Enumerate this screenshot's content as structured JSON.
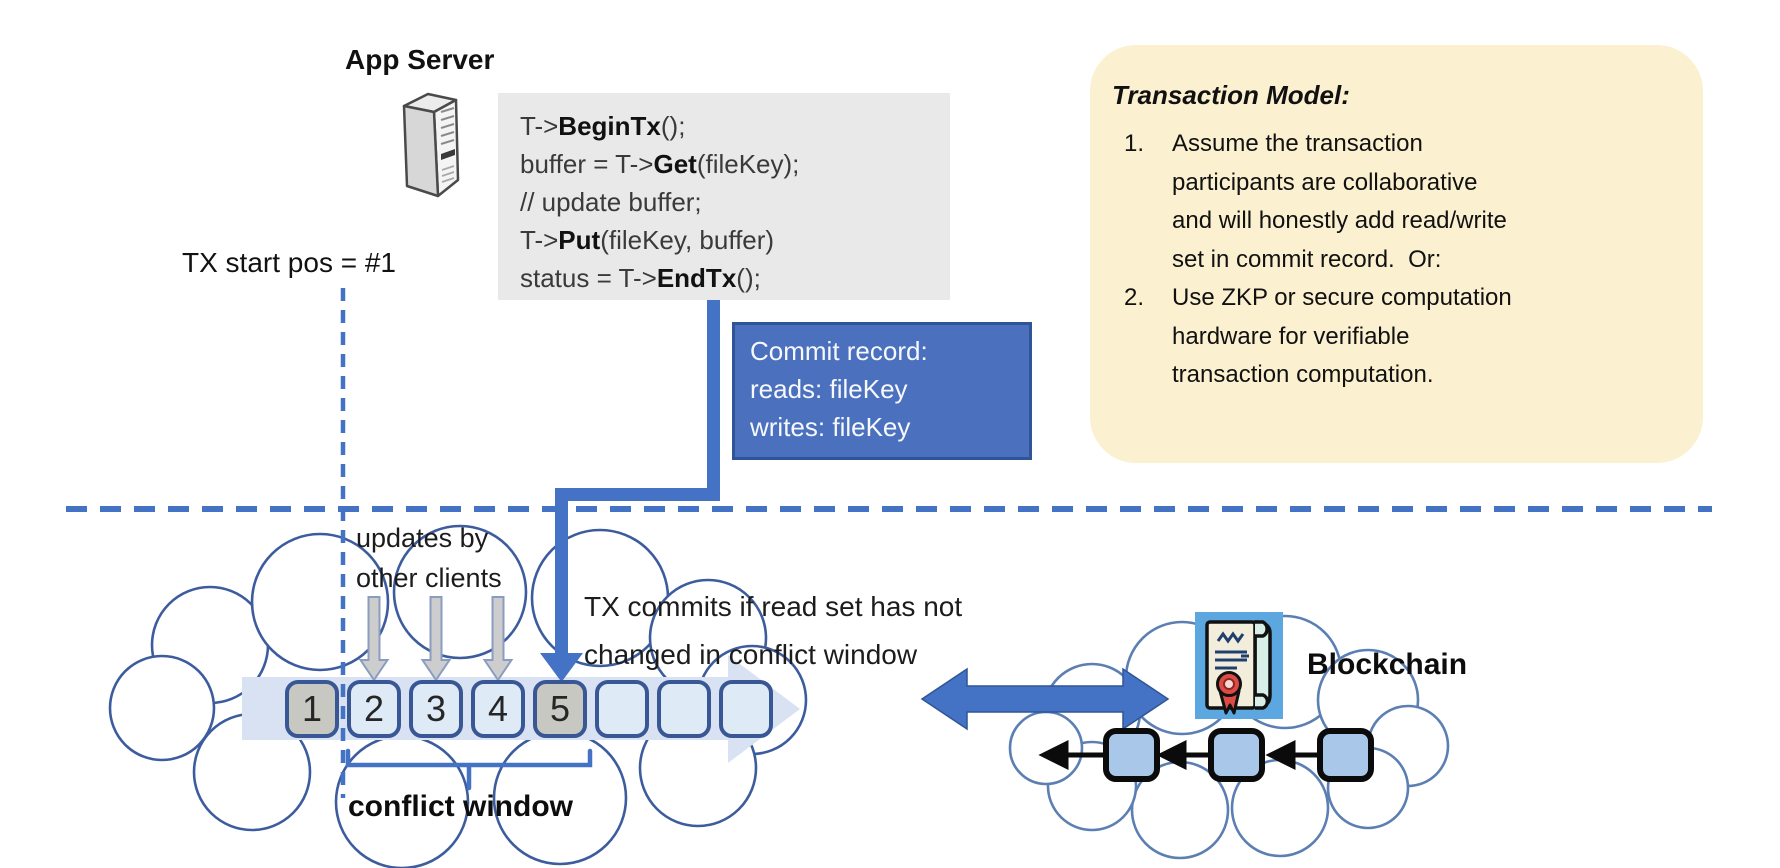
{
  "colors": {
    "accent_blue": "#4472C4",
    "dark_blue_border": "#2F5597",
    "commit_box_fill": "#4A70BE",
    "note_box_fill": "#FBF0D0",
    "code_box_fill": "#E9E9E9",
    "band_fill": "#D9E2F3",
    "block_light_fill": "#DEEAF6",
    "block_gray_fill": "#C8C8C3",
    "block_border": "#3A5795",
    "chain_block_fill": "#A9C7E9",
    "cloud_stroke_left": "#3D5C9E",
    "cloud_stroke_right": "#5B7FB2",
    "gray_arrow_fill": "#CDCDCD"
  },
  "app_server": {
    "label": "App Server"
  },
  "code_block": {
    "lines": [
      {
        "pre": "T->",
        "bold": "BeginTx",
        "post": "();"
      },
      {
        "pre": "buffer = T->",
        "bold": "Get",
        "post": "(fileKey);"
      },
      {
        "pre": "// update buffer;",
        "bold": "",
        "post": ""
      },
      {
        "pre": "T->",
        "bold": "Put",
        "post": "(fileKey, buffer)"
      },
      {
        "pre": "status = T->",
        "bold": "EndTx",
        "post": "();"
      }
    ]
  },
  "tx_start": {
    "label": "TX start pos = #1"
  },
  "commit_record": {
    "lines": [
      "Commit record:",
      "reads: fileKey",
      "writes: fileKey"
    ]
  },
  "transaction_model": {
    "title": "Transaction Model:",
    "items": [
      {
        "num": "1.",
        "lines": [
          "Assume the transaction",
          "participants are collaborative",
          "and will honestly add read/write",
          "set in commit record.  Or:"
        ]
      },
      {
        "num": "2.",
        "lines": [
          "Use ZKP or secure computation",
          "hardware for verifiable",
          "transaction computation."
        ]
      }
    ]
  },
  "timeline": {
    "updates_label_lines": [
      "updates by",
      "other clients"
    ],
    "commit_note_lines": [
      "TX commits if read set has not",
      "changed in conflict window"
    ],
    "conflict_window_label": "conflict window",
    "blocks": [
      {
        "label": "1"
      },
      {
        "label": "2"
      },
      {
        "label": "3"
      },
      {
        "label": "4"
      },
      {
        "label": "5"
      },
      {
        "label": ""
      },
      {
        "label": ""
      },
      {
        "label": ""
      }
    ]
  },
  "blockchain": {
    "label": "Blockchain"
  }
}
